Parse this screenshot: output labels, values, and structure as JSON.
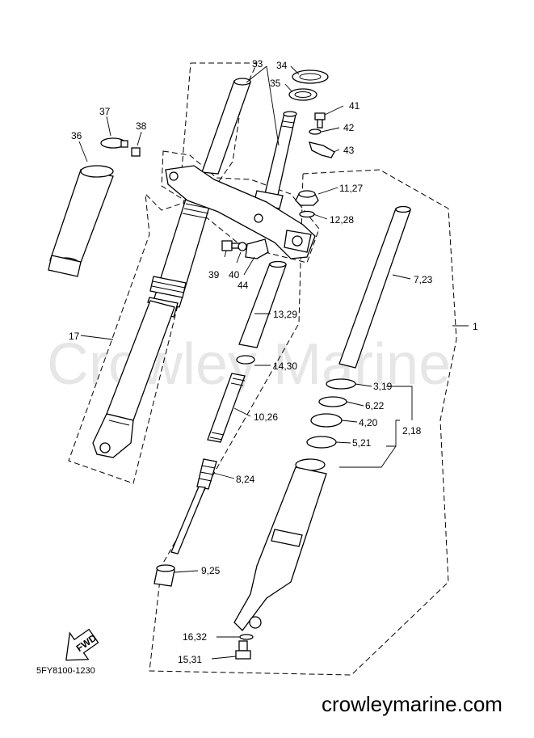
{
  "watermark": "Crowley Marine",
  "footer_brand": "crowleymarine.com",
  "diagram_code": "5FY8100-1230",
  "fwd_label": "FWD",
  "part_labels": {
    "p1": "1",
    "p17": "17",
    "p33": "33",
    "p34": "34",
    "p35": "35",
    "p36": "36",
    "p37": "37",
    "p38": "38",
    "p39": "39",
    "p40": "40",
    "p41": "41",
    "p42": "42",
    "p43": "43",
    "p44": "44",
    "p11_27": "11,27",
    "p12_28": "12,28",
    "p7_23": "7,23",
    "p13_29": "13,29",
    "p14_30": "14,30",
    "p10_26": "10,26",
    "p8_24": "8,24",
    "p9_25": "9,25",
    "p3_19": "3,19",
    "p6_22": "6,22",
    "p4_20": "4,20",
    "p2_18": "2,18",
    "p5_21": "5,21",
    "p16_32": "16,32",
    "p15_31": "15,31"
  }
}
